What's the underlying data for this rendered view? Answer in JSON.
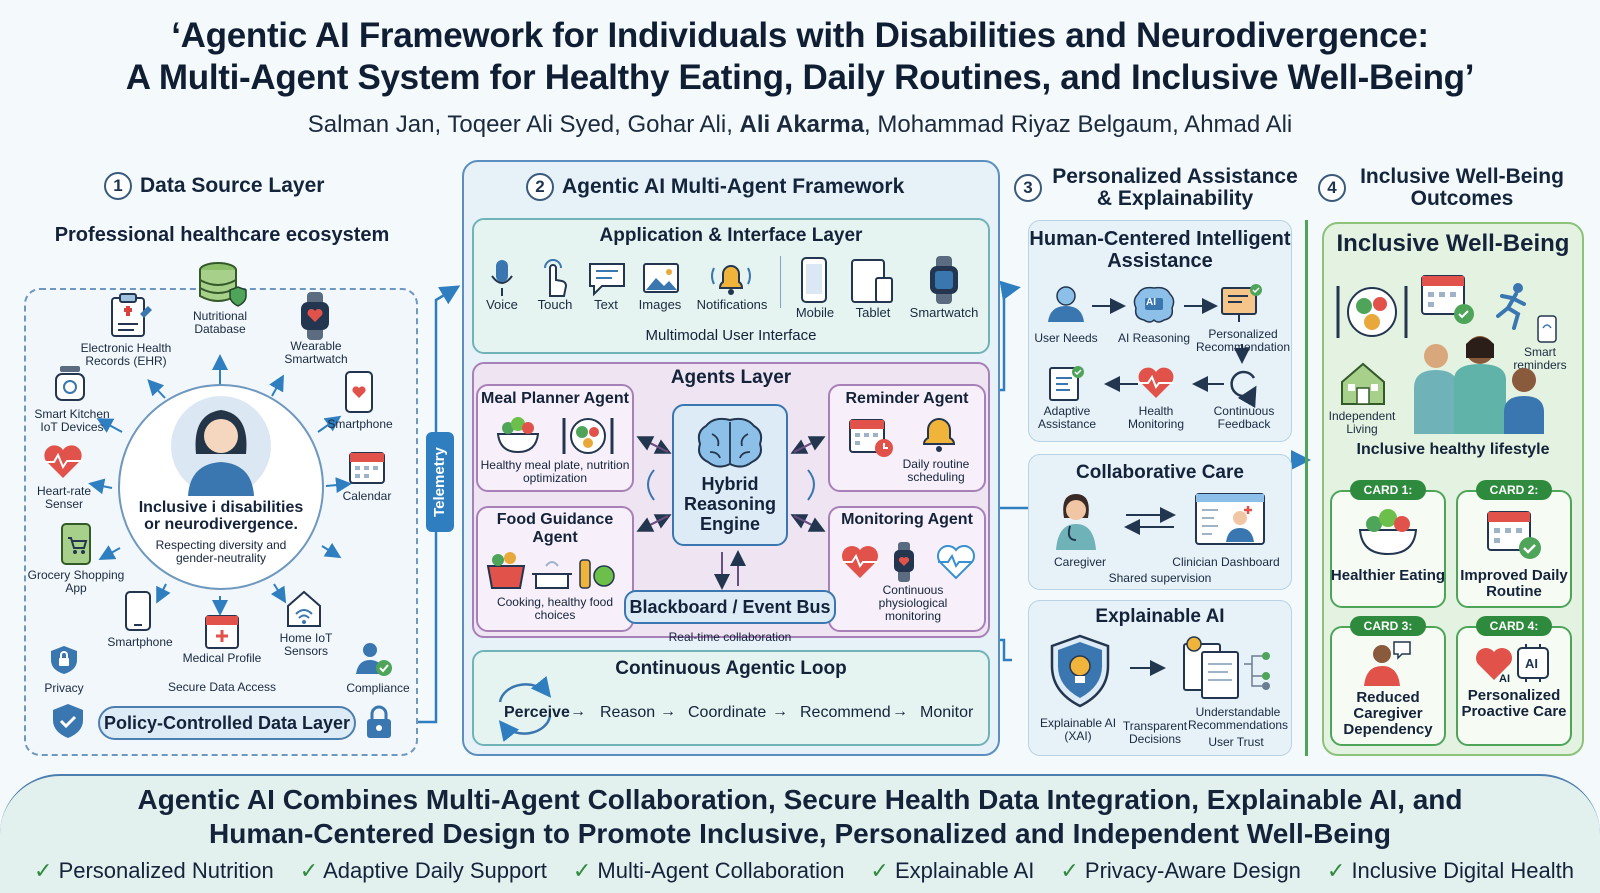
{
  "title": {
    "line1": "‘Agentic AI Framework for Individuals with Disabilities and Neurodivergence:",
    "line2": "A Multi-Agent System for Healthy Eating, Daily Routines, and Inclusive Well-Being’"
  },
  "authors": {
    "part1": "Salman Jan, Toqeer Ali Syed, Gohar Ali, ",
    "bold": "Ali Akarma",
    "part2": ", Mohammad Riyaz Belgaum, Ahmad Ali"
  },
  "col1": {
    "num": "1",
    "heading": "Data Source Layer",
    "subheading": "Professional healthcare ecosystem",
    "center_title": "Inclusive i disabilities or neurodivergence.",
    "center_sub": "Respecting diversity and gender-neutrality",
    "sources": {
      "ehr": "Electronic Health Records (EHR)",
      "nutrition": "Nutritional Database",
      "wearable": "Wearable Smartwatch",
      "kitchen": "Smart Kitchen IoT Devices",
      "smartphone_r": "Smartphone",
      "heartrate": "Heart-rate Senser",
      "calendar": "Calendar",
      "grocery": "Grocery Shopping App",
      "smartphone_b": "Smartphone",
      "medical": "Medical Profile",
      "homeiot": "Home IoT Sensors"
    },
    "privacy": "Privacy",
    "secure": "Secure Data Access",
    "compliance": "Compliance",
    "policy": "Policy-Controlled Data Layer"
  },
  "telemetry": "Telemetry",
  "col2": {
    "num": "2",
    "heading": "Agentic AI Multi-Agent Framework",
    "app_layer": "Application & Interface Layer",
    "inputs": [
      "Voice",
      "Touch",
      "Text",
      "Images",
      "Notifications"
    ],
    "devices": [
      "Mobile",
      "Tablet",
      "Smartwatch"
    ],
    "multimodal": "Multimodal User Interface",
    "agents_layer": "Agents Layer",
    "meal": {
      "title": "Meal Planner Agent",
      "desc": "Healthy meal plate, nutrition optimization"
    },
    "reminder": {
      "title": "Reminder Agent",
      "desc": "Daily routine scheduling"
    },
    "food": {
      "title": "Food Guidance Agent",
      "desc": "Cooking, healthy food choices"
    },
    "monitor": {
      "title": "Monitoring Agent",
      "desc": "Continuous physiological monitoring"
    },
    "engine": "Hybrid Reasoning Engine",
    "blackboard": "Blackboard / Event Bus",
    "realtime": "Real-time collaboration",
    "loop_title": "Continuous Agentic Loop",
    "loop_steps": [
      "Perceive",
      "Reason",
      "Coordinate",
      "Recommend",
      "Monitor"
    ]
  },
  "col3": {
    "num": "3",
    "heading": "Personalized Assistance & Explainability",
    "hci_title": "Human-Centered Intelligent Assistance",
    "hci": {
      "needs": "User Needs",
      "reasoning": "AI Reasoning",
      "recommendation": "Personalized Recommendation",
      "adaptive": "Adaptive Assistance",
      "health": "Health Monitoring",
      "feedback": "Continuous Feedback"
    },
    "collab_title": "Collaborative Care",
    "caregiver": "Caregiver",
    "clinician": "Clinician Dashboard",
    "shared": "Shared supervision",
    "xai_title": "Explainable AI",
    "xai": "Explainable AI (XAI)",
    "transparent": "Transparent Decisions",
    "understandable": "Understandable Recommendations",
    "trust": "User Trust"
  },
  "col4": {
    "num": "4",
    "heading": "Inclusive Well-Being Outcomes",
    "panel_title": "Inclusive Well-Being",
    "independent": "Independent Living",
    "reminders": "Smart reminders",
    "lifestyle": "Inclusive healthy lifestyle",
    "cards": [
      {
        "tag": "CARD 1:",
        "label": "Healthier Eating"
      },
      {
        "tag": "CARD 2:",
        "label": "Improved Daily Routine"
      },
      {
        "tag": "CARD 3:",
        "label": "Reduced Caregiver Dependency"
      },
      {
        "tag": "CARD 4:",
        "label": "Personalized Proactive Care"
      }
    ],
    "ai_chip": "AI"
  },
  "footer": {
    "line1": "Agentic AI Combines Multi-Agent Collaboration, Secure Health Data Integration, Explainable AI, and",
    "line2": "Human-Centered Design to Promote Inclusive, Personalized and Independent Well-Being",
    "checks": [
      "Personalized Nutrition",
      "Adaptive Daily Support",
      "Multi-Agent Collaboration",
      "Explainable AI",
      "Privacy-Aware Design",
      "Inclusive Digital Health"
    ]
  },
  "colors": {
    "blue_panel": "#e6f1f8",
    "purple_panel": "#efe4f2",
    "green_panel": "#e4f2e1",
    "teal_panel": "#e6f4f1",
    "accent_blue": "#2f7fc0",
    "accent_green": "#2e8b3d"
  }
}
